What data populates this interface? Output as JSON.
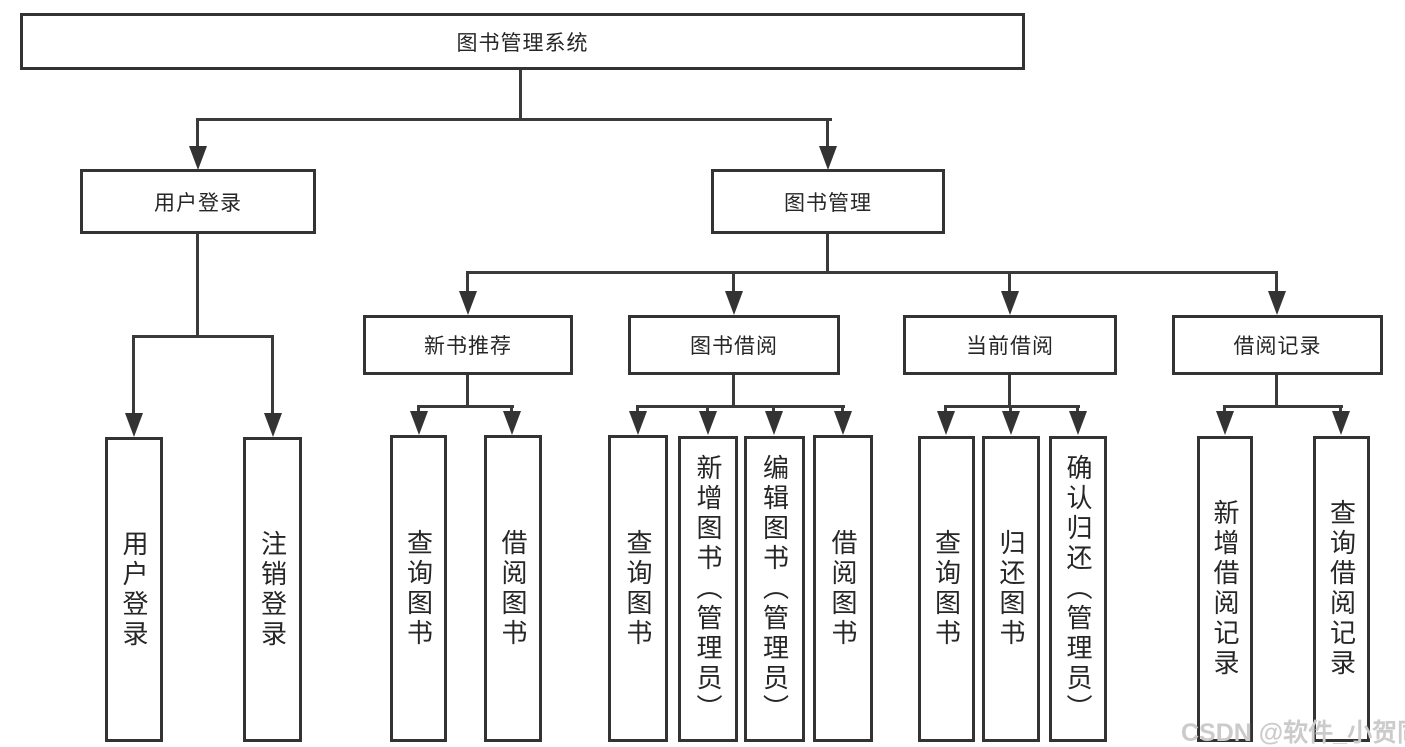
{
  "diagram": {
    "type": "hierarchy-tree",
    "root": {
      "label": "图书管理系统",
      "children": [
        {
          "label": "用户登录",
          "children": [
            {
              "label": "用户登录"
            },
            {
              "label": "注销登录"
            }
          ]
        },
        {
          "label": "图书管理",
          "children": [
            {
              "label": "新书推荐",
              "children": [
                {
                  "label": "查询图书"
                },
                {
                  "label": "借阅图书"
                }
              ]
            },
            {
              "label": "图书借阅",
              "children": [
                {
                  "label": "查询图书"
                },
                {
                  "label": "新增图书（管理员）"
                },
                {
                  "label": "编辑图书（管理员）"
                },
                {
                  "label": "借阅图书"
                }
              ]
            },
            {
              "label": "当前借阅",
              "children": [
                {
                  "label": "查询图书"
                },
                {
                  "label": "归还图书"
                },
                {
                  "label": "确认归还（管理员）"
                }
              ]
            },
            {
              "label": "借阅记录",
              "children": [
                {
                  "label": "新增借阅记录"
                },
                {
                  "label": "查询借阅记录"
                }
              ]
            }
          ]
        }
      ]
    }
  },
  "watermark": {
    "text": "CSDN @软件_小贺同学"
  },
  "colors": {
    "background": "#ffffff",
    "box_border": "#333333",
    "connector": "#3a3a3a",
    "text": "#262626",
    "watermark": "#cbcbcb"
  }
}
